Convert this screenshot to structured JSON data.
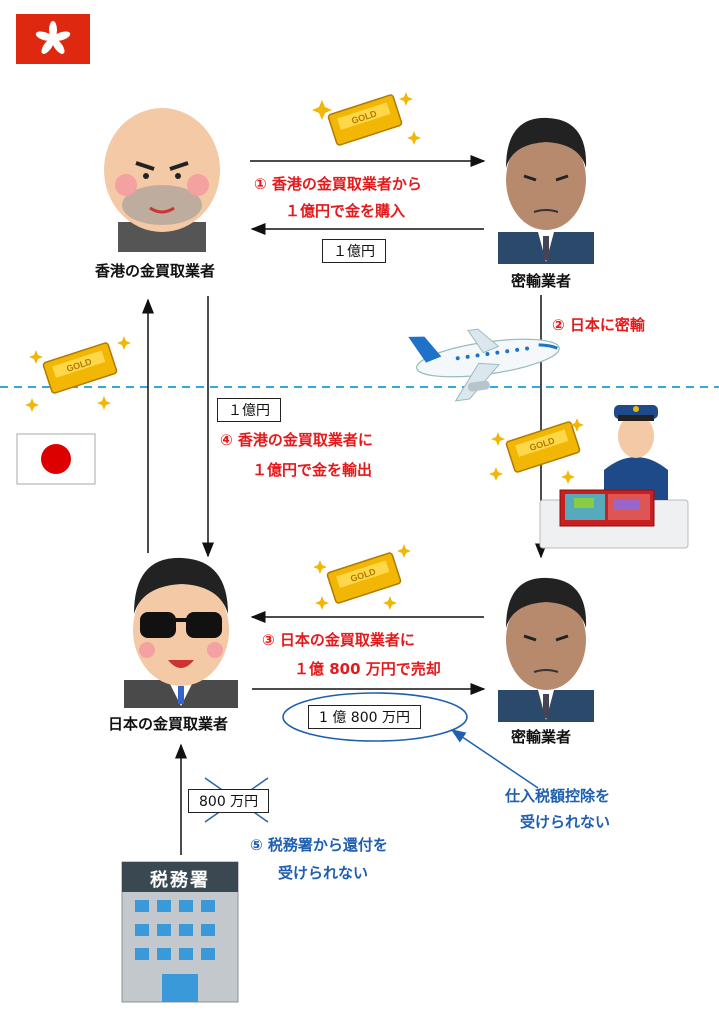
{
  "flags": {
    "hk": "hong-kong-flag",
    "jp": "japan-flag"
  },
  "colors": {
    "step_red": "#e41a1c",
    "step_blue": "#1f5fb0",
    "sea_line": "#33aadd"
  },
  "people": {
    "hk_dealer": "香港の金買取業者",
    "smuggler_top": "密輸業者",
    "jp_dealer": "日本の金買取業者",
    "smuggler_bottom": "密輸業者"
  },
  "amounts": {
    "a1": "１億円",
    "a2": "１億円",
    "a3": "1 億 800 万円",
    "a4": "800 万円"
  },
  "steps": {
    "s1_line1": "① 香港の金買取業者から",
    "s1_line2": "１億円で金を購入",
    "s2": "② 日本に密輸",
    "s3_line1": "③ 日本の金買取業者に",
    "s3_line2": "１億 800 万円で売却",
    "s4_line1": "④ 香港の金買取業者に",
    "s4_line2": "１億円で金を輸出",
    "s5_line1": "⑤ 税務署から還付を",
    "s5_line2": "受けられない"
  },
  "notes": {
    "n1_line1": "仕入税額控除を",
    "n1_line2": "受けられない"
  },
  "building_sign": "税務署",
  "gold_text": "GOLD"
}
